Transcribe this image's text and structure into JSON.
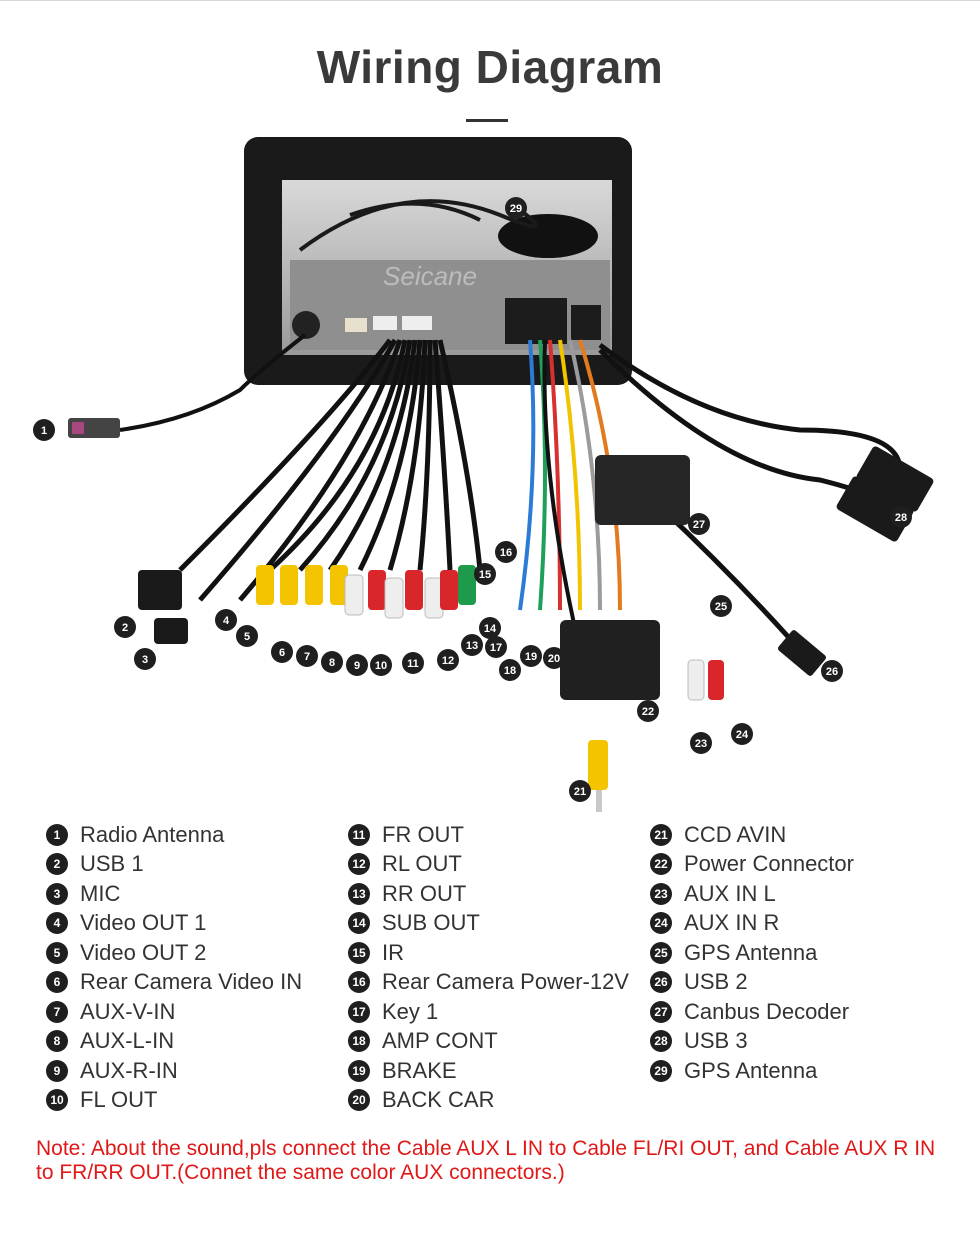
{
  "title": "Wiring Diagram",
  "watermark": "Seicane",
  "callouts": [
    "1",
    "2",
    "3",
    "4",
    "5",
    "6",
    "7",
    "8",
    "9",
    "10",
    "11",
    "12",
    "13",
    "14",
    "15",
    "16",
    "17",
    "18",
    "19",
    "20",
    "21",
    "22",
    "23",
    "24",
    "25",
    "26",
    "27",
    "28",
    "29"
  ],
  "legend": {
    "col1": [
      {
        "num": "1",
        "label": "Radio Antenna"
      },
      {
        "num": "2",
        "label": "USB 1"
      },
      {
        "num": "3",
        "label": "MIC"
      },
      {
        "num": "4",
        "label": "Video OUT 1"
      },
      {
        "num": "5",
        "label": "Video OUT 2"
      },
      {
        "num": "6",
        "label": "Rear Camera Video IN"
      },
      {
        "num": "7",
        "label": "AUX-V-IN"
      },
      {
        "num": "8",
        "label": "AUX-L-IN"
      },
      {
        "num": "9",
        "label": "AUX-R-IN"
      },
      {
        "num": "10",
        "label": "FL OUT"
      }
    ],
    "col2": [
      {
        "num": "11",
        "label": "FR OUT"
      },
      {
        "num": "12",
        "label": "RL OUT"
      },
      {
        "num": "13",
        "label": "RR OUT"
      },
      {
        "num": "14",
        "label": "SUB OUT"
      },
      {
        "num": "15",
        "label": "IR"
      },
      {
        "num": "16",
        "label": "Rear Camera Power-12V"
      },
      {
        "num": "17",
        "label": "Key 1"
      },
      {
        "num": "18",
        "label": "AMP CONT"
      },
      {
        "num": "19",
        "label": "BRAKE"
      },
      {
        "num": "20",
        "label": "BACK CAR"
      }
    ],
    "col3": [
      {
        "num": "21",
        "label": "CCD AVIN"
      },
      {
        "num": "22",
        "label": "Power Connector"
      },
      {
        "num": "23",
        "label": "AUX IN L"
      },
      {
        "num": "24",
        "label": "AUX IN R"
      },
      {
        "num": "25",
        "label": "GPS Antenna"
      },
      {
        "num": "26",
        "label": "USB 2"
      },
      {
        "num": "27",
        "label": "Canbus Decoder"
      },
      {
        "num": "28",
        "label": "USB 3"
      },
      {
        "num": "29",
        "label": "GPS Antenna"
      }
    ]
  },
  "note": "Note: About the sound,pls connect the Cable AUX L IN to Cable FL/RI OUT, and Cable AUX R IN to  FR/RR OUT.(Connet the same color AUX connectors.)",
  "colors": {
    "rca_yellow": "#f5c400",
    "rca_red": "#d8262a",
    "rca_white": "#eeeeee",
    "rca_green": "#1f9a4a",
    "note_red": "#e01818",
    "badge": "#1f1f1f"
  }
}
